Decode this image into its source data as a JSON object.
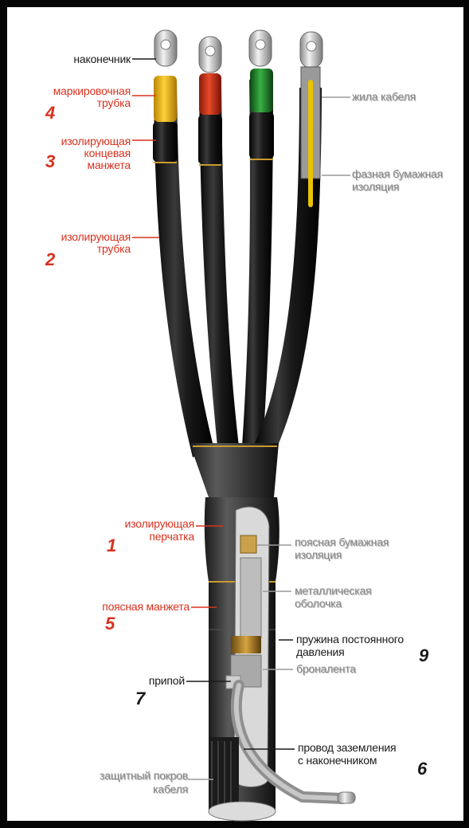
{
  "labels": {
    "lug": "наконечник",
    "marking_tube_1": "маркировочная",
    "marking_tube_2": "трубка",
    "end_cuff_1": "изолирующая",
    "end_cuff_2": "концевая",
    "end_cuff_3": "манжета",
    "insul_tube_1": "изолирующая",
    "insul_tube_2": "трубка",
    "glove_1": "изолирующая",
    "glove_2": "перчатка",
    "belt_cuff": "поясная манжета",
    "solder": "припой",
    "protective_cover_1": "защитный покров",
    "protective_cover_2": "кабеля",
    "cable_core": "жила кабеля",
    "phase_paper_1": "фазная бумажная",
    "phase_paper_2": "изоляция",
    "belt_paper_1": "поясная бумажная",
    "belt_paper_2": "изоляция",
    "metal_sheath_1": "металлическая",
    "metal_sheath_2": "оболочка",
    "spring_1": "пружина постоянного",
    "spring_2": "давления",
    "armor_tape": "броналента",
    "ground_wire_1": "провод заземления",
    "ground_wire_2": "с наконечником"
  },
  "numbers": {
    "n1": "1",
    "n2": "2",
    "n3": "3",
    "n4": "4",
    "n5": "5",
    "n6": "6",
    "n7": "7",
    "n9": "9"
  },
  "colors": {
    "red_label": "#d8321f",
    "black_label": "#1a1a1a",
    "gray_label": "#8a8a8a",
    "marking_yellow": "#f0b400",
    "marking_red": "#cc2a14",
    "marking_green": "#1f8a2a",
    "core_yellow": "#e8c300"
  }
}
